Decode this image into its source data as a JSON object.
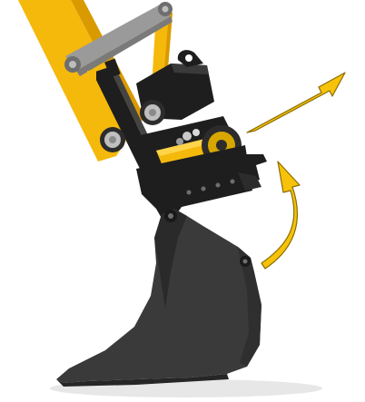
{
  "figure": {
    "subject": "excavator-arm-with-quick-coupler-and-bucket",
    "colors": {
      "background": "#ffffff",
      "arm_yellow": "#f5b90c",
      "arm_yellow_dark": "#d99a00",
      "link_grey": "#9a9a9a",
      "metal_black": "#1e1e1e",
      "metal_dark": "#2c2c2c",
      "bucket_grey": "#3a3a3a",
      "bucket_edge": "#262626",
      "arrow_fill": "#f7c20a",
      "arrow_stroke": "#8a6d00",
      "shadow": "#e7e7e7"
    },
    "icons": {
      "straight_arrow": "arrow-up-right",
      "curved_arrow": "arrow-curve-up"
    }
  }
}
